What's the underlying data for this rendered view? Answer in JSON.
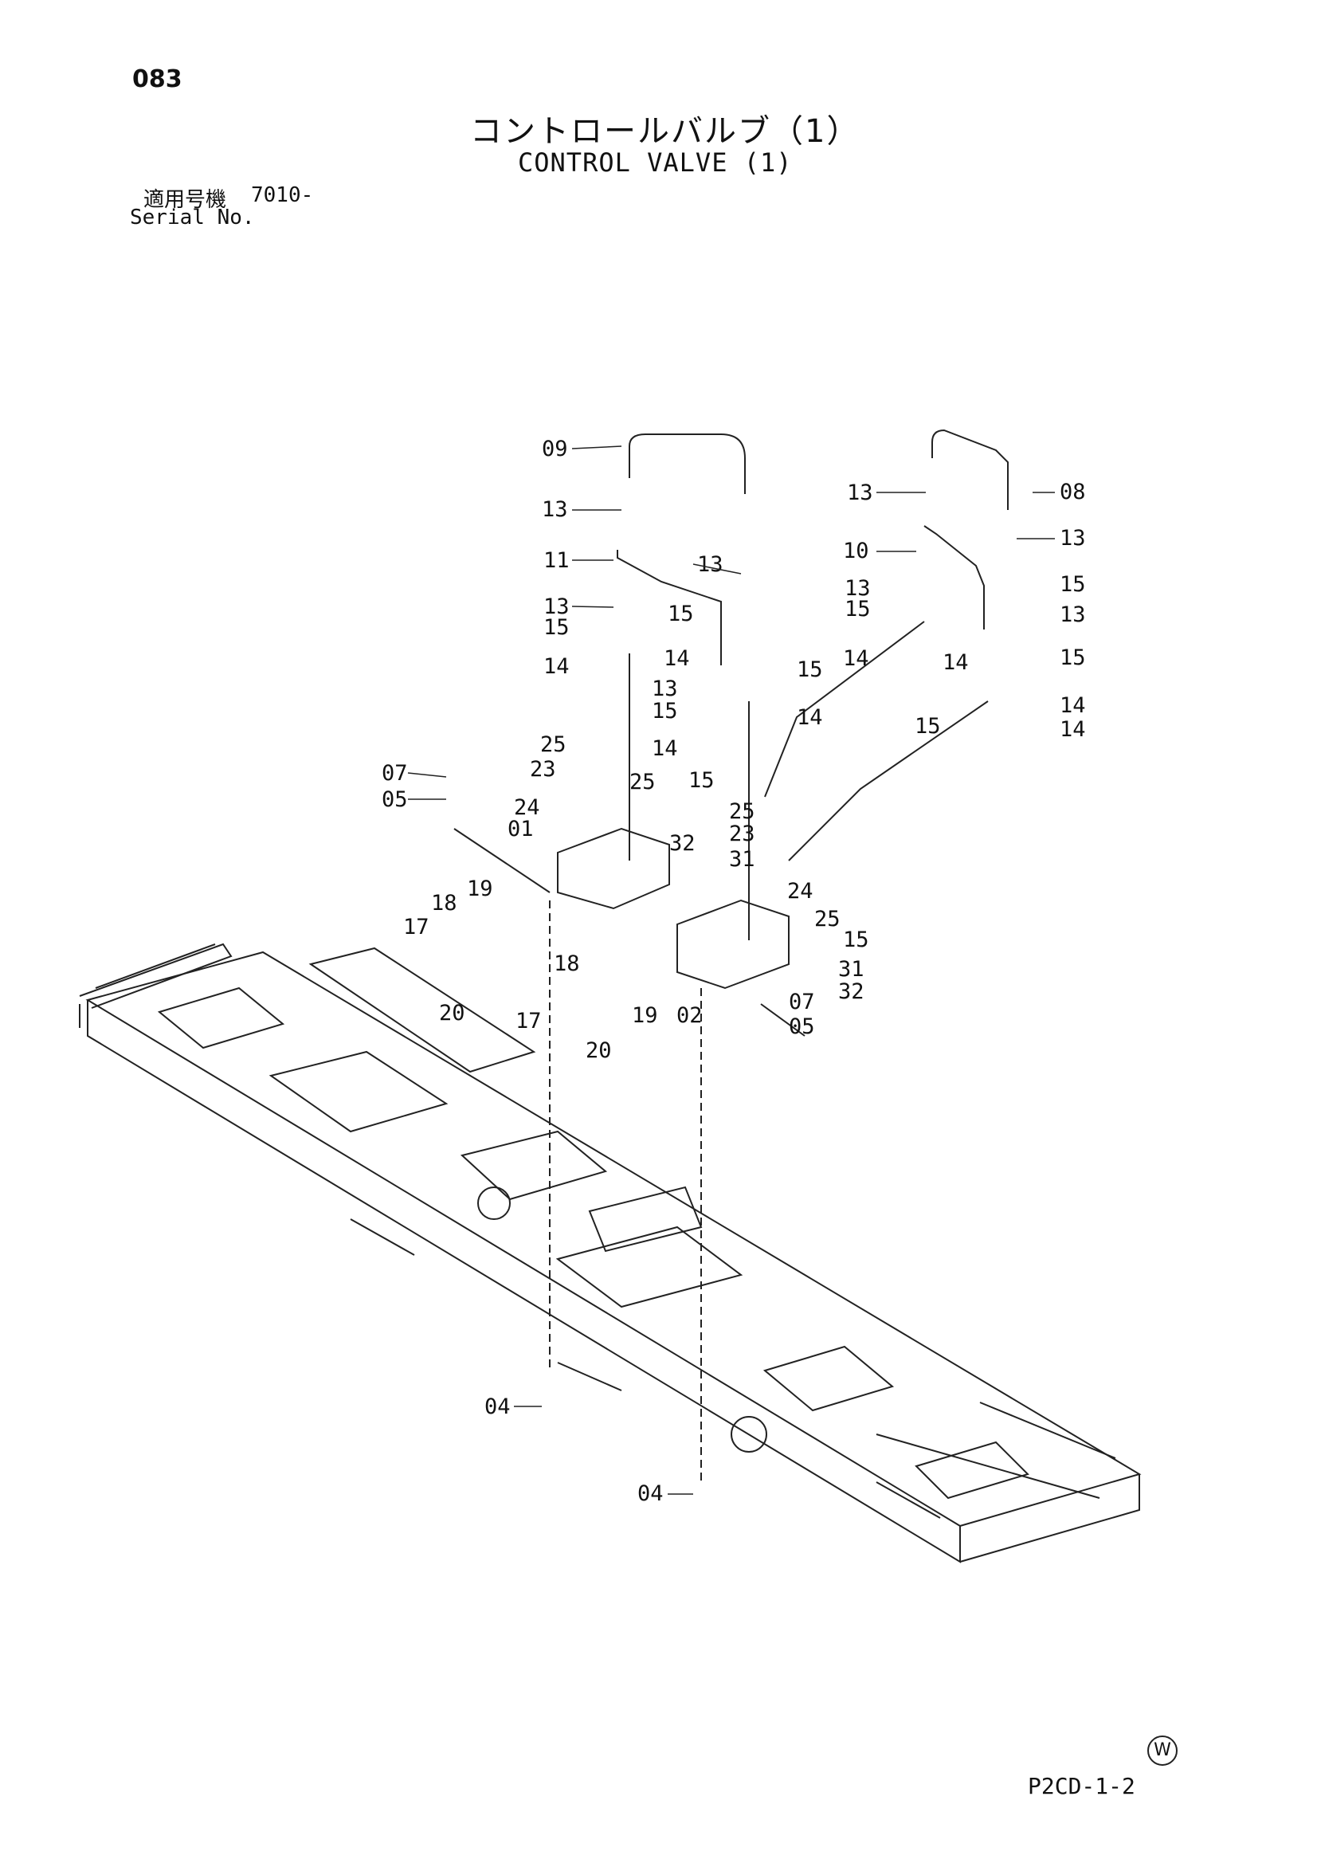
{
  "header": {
    "page_number": "083",
    "title_jp": "コントロールバルブ（1）",
    "title_en": "CONTROL VALVE (1)",
    "serial_label_jp": "適用号機",
    "serial_value": "7010-",
    "serial_label_en": "Serial No."
  },
  "footer": {
    "mark": "W",
    "code": "P2CD-1-2"
  },
  "callouts": [
    {
      "id": "c-09",
      "label": "09"
    },
    {
      "id": "c-13a",
      "label": "13"
    },
    {
      "id": "c-11",
      "label": "11"
    },
    {
      "id": "c-13b",
      "label": "13"
    },
    {
      "id": "c-15a",
      "label": "15"
    },
    {
      "id": "c-13c",
      "label": "13"
    },
    {
      "id": "c-15b",
      "label": "15"
    },
    {
      "id": "c-14a",
      "label": "14"
    },
    {
      "id": "c-14b",
      "label": "14"
    },
    {
      "id": "c-15c",
      "label": "15"
    },
    {
      "id": "c-13d",
      "label": "13"
    },
    {
      "id": "c-15d",
      "label": "15"
    },
    {
      "id": "c-14c",
      "label": "14"
    },
    {
      "id": "c-14d",
      "label": "14"
    },
    {
      "id": "c-13e",
      "label": "13"
    },
    {
      "id": "c-08",
      "label": "08"
    },
    {
      "id": "c-10",
      "label": "10"
    },
    {
      "id": "c-13f",
      "label": "13"
    },
    {
      "id": "c-13g",
      "label": "13"
    },
    {
      "id": "c-15e",
      "label": "15"
    },
    {
      "id": "c-15f",
      "label": "15"
    },
    {
      "id": "c-13h",
      "label": "13"
    },
    {
      "id": "c-14e",
      "label": "14"
    },
    {
      "id": "c-14f",
      "label": "14"
    },
    {
      "id": "c-15g",
      "label": "15"
    },
    {
      "id": "c-14g",
      "label": "14"
    },
    {
      "id": "c-15h",
      "label": "15"
    },
    {
      "id": "c-14h",
      "label": "14"
    },
    {
      "id": "c-25a",
      "label": "25"
    },
    {
      "id": "c-23a",
      "label": "23"
    },
    {
      "id": "c-07a",
      "label": "07"
    },
    {
      "id": "c-05a",
      "label": "05"
    },
    {
      "id": "c-24a",
      "label": "24"
    },
    {
      "id": "c-01",
      "label": "01"
    },
    {
      "id": "c-25b",
      "label": "25"
    },
    {
      "id": "c-15i",
      "label": "15"
    },
    {
      "id": "c-25c",
      "label": "25"
    },
    {
      "id": "c-23b",
      "label": "23"
    },
    {
      "id": "c-32a",
      "label": "32"
    },
    {
      "id": "c-31a",
      "label": "31"
    },
    {
      "id": "c-24b",
      "label": "24"
    },
    {
      "id": "c-25d",
      "label": "25"
    },
    {
      "id": "c-15j",
      "label": "15"
    },
    {
      "id": "c-31b",
      "label": "31"
    },
    {
      "id": "c-32b",
      "label": "32"
    },
    {
      "id": "c-19a",
      "label": "19"
    },
    {
      "id": "c-18a",
      "label": "18"
    },
    {
      "id": "c-17a",
      "label": "17"
    },
    {
      "id": "c-20a",
      "label": "20"
    },
    {
      "id": "c-18b",
      "label": "18"
    },
    {
      "id": "c-19b",
      "label": "19"
    },
    {
      "id": "c-02",
      "label": "02"
    },
    {
      "id": "c-07b",
      "label": "07"
    },
    {
      "id": "c-05b",
      "label": "05"
    },
    {
      "id": "c-17b",
      "label": "17"
    },
    {
      "id": "c-20b",
      "label": "20"
    },
    {
      "id": "c-04a",
      "label": "04"
    },
    {
      "id": "c-04b",
      "label": "04"
    }
  ]
}
